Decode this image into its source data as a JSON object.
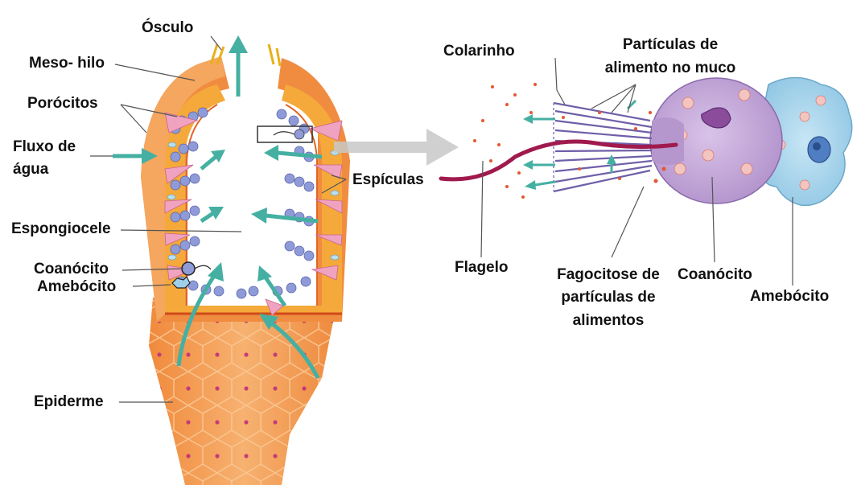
{
  "colors": {
    "sponge_body": "#f39a4a",
    "sponge_body_light": "#f7b878",
    "sponge_rim": "#e05a1c",
    "mesohyl": "#f6b13a",
    "water_arrow": "#4fb3a6",
    "choanocyte": "#8e97d4",
    "choanocyte_cell": "#c4a8d8",
    "amoebocyte": "#9fd0ea",
    "flagellum": "#a01a4e",
    "collar": "#6f5fa8",
    "food_particle": "#e4572e",
    "porocyte": "#f0a3c0",
    "pointer_arrow": "#c8c8c8"
  },
  "icons": [
    "water-flow-arrow",
    "zoom-arrow",
    "label-leader-line"
  ],
  "labels": {
    "osculo": "Ósculo",
    "meso_hilo": "Meso- hilo",
    "porocitos": "Porócitos",
    "fluxo_de": "Fluxo de",
    "agua": "água",
    "espiculas": "Espículas",
    "espongiocele": "Espongiocele",
    "coanocito_left": "Coanócito",
    "amebocito_left": "Amebócito",
    "epiderme": "Epiderme",
    "colarinho": "Colarinho",
    "particulas_l1": "Partículas de",
    "particulas_l2": "alimento no muco",
    "flagelo": "Flagelo",
    "fagocitose_l1": "Fagocitose de",
    "fagocitose_l2": "partículas de",
    "fagocitose_l3": "alimentos",
    "coanocito_right": "Coanócito",
    "amebocito_right": "Amebócito"
  }
}
